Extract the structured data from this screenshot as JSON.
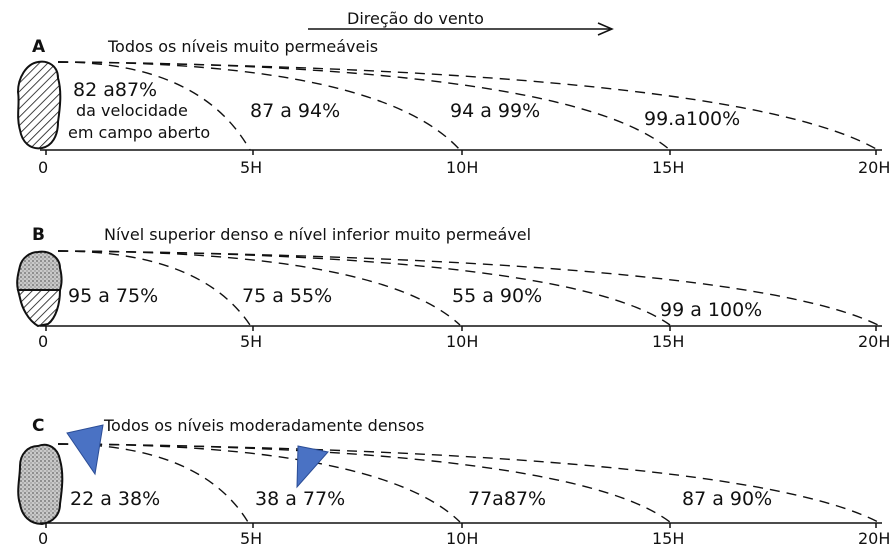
{
  "wind_direction_label": "Direção do vento",
  "panels": [
    {
      "letter": "A",
      "title": "Todos os níveis muito permeáveis",
      "ticks": [
        "0",
        "5H",
        "10H",
        "15H",
        "20H"
      ],
      "zones": [
        "82 a87%",
        "da velocidade",
        "em campo aberto",
        "87 a 94%",
        "94 a 99%",
        "99.a100%"
      ],
      "fill": "hatched"
    },
    {
      "letter": "B",
      "title": "Nível superior denso e nível inferior muito permeável",
      "ticks": [
        "0",
        "5H",
        "10H",
        "15H",
        "20H"
      ],
      "zones": [
        "95 a 75%",
        "75 a 55%",
        "55 a 90%",
        "99 a 100%"
      ],
      "fill": "dotted-top-hatched-bottom"
    },
    {
      "letter": "C",
      "title": "Todos os níveis moderadamente densos",
      "ticks": [
        "0",
        "5H",
        "10H",
        "15H",
        "20H"
      ],
      "zones": [
        "22 a 38%",
        "38 a 77%",
        "77a87%",
        "87 a 90%"
      ],
      "fill": "dotted"
    }
  ],
  "markers": {
    "color": "#4a72c4",
    "count": 2
  }
}
